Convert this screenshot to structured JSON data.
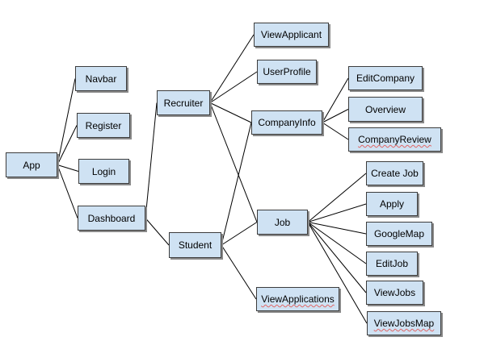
{
  "nodes": {
    "app": "App",
    "navbar": "Navbar",
    "register": "Register",
    "login": "Login",
    "dashboard": "Dashboard",
    "recruiter": "Recruiter",
    "student": "Student",
    "viewapplicant": "ViewApplicant",
    "userprofile": "UserProfile",
    "companyinfo": "CompanyInfo",
    "job": "Job",
    "viewapplications": "ViewApplications",
    "editcompany": "EditCompany",
    "overview": "Overview",
    "companyreview": "CompanyReview",
    "createjob": "Create Job",
    "apply": "Apply",
    "googlemap": "GoogleMap",
    "editjob": "EditJob",
    "viewjobs": "ViewJobs",
    "viewjobsmap": "ViewJobsMap"
  },
  "edges": [
    [
      "app",
      "navbar"
    ],
    [
      "app",
      "register"
    ],
    [
      "app",
      "login"
    ],
    [
      "app",
      "dashboard"
    ],
    [
      "dashboard",
      "recruiter"
    ],
    [
      "dashboard",
      "student"
    ],
    [
      "recruiter",
      "viewapplicant"
    ],
    [
      "recruiter",
      "userprofile"
    ],
    [
      "recruiter",
      "companyinfo"
    ],
    [
      "recruiter",
      "job"
    ],
    [
      "student",
      "companyinfo"
    ],
    [
      "student",
      "job"
    ],
    [
      "student",
      "viewapplications"
    ],
    [
      "companyinfo",
      "editcompany"
    ],
    [
      "companyinfo",
      "overview"
    ],
    [
      "companyinfo",
      "companyreview"
    ],
    [
      "job",
      "createjob"
    ],
    [
      "job",
      "apply"
    ],
    [
      "job",
      "googlemap"
    ],
    [
      "job",
      "editjob"
    ],
    [
      "job",
      "viewjobs"
    ],
    [
      "job",
      "viewjobsmap"
    ]
  ],
  "colors": {
    "node_fill": "#cfe2f3",
    "node_border": "#3c3c3c",
    "line": "#000000",
    "spell_underline": "#e06666"
  }
}
